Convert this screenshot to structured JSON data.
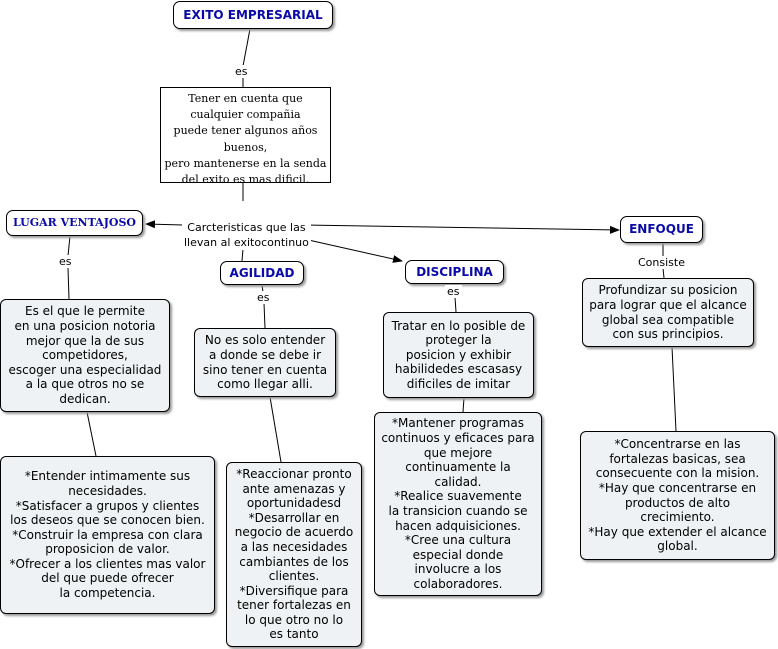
{
  "nodes": {
    "exito": "EXITO EMPRESARIAL",
    "intro": "Tener en cuenta que\ncualquier compañia\npuede tener algunos años buenos,\npero mantenerse en la senda\ndel exito es mas dificil.",
    "caracteristicas": "Carcteristicas que las\nllevan al exitocontinuo",
    "lugar": "LUGAR VENTAJOSO",
    "agilidad": "AGILIDAD",
    "disciplina": "DISCIPLINA",
    "enfoque": "ENFOQUE",
    "lugar_def": "Es el que le permite\nen una posicion notoria\nmejor que la de sus\ncompetidores,\nescoger una especialidad\na la que otros no se\ndedican.",
    "agilidad_def": "No es solo entender\na donde se debe ir\nsino tener en cuenta\ncomo llegar alli.",
    "disciplina_def": "Tratar en lo posible de\nproteger la\nposicion y exhibir\nhabilidedes escasasy\ndificiles de imitar",
    "enfoque_def": "Profundizar su posicion\npara lograr que el alcance\nglobal sea compatible\ncon sus principios.",
    "lugar_list": "*Entender intimamente sus\nnecesidades.\n*Satisfacer a grupos y clientes\nlos deseos que se conocen bien.\n*Construir la empresa con clara\nproposicion de valor.\n*Ofrecer a los clientes mas valor\ndel que puede ofrecer\nla competencia.",
    "agilidad_list": "*Reaccionar pronto\nante amenazas y\noportunidadesd\n*Desarrollar en\nnegocio de acuerdo\na las necesidades\ncambiantes de los\nclientes.\n*Diversifique para\ntener fortalezas en\nlo que otro no lo\nes tanto",
    "disciplina_list": "*Mantener programas\ncontinuos y eficaces para\nque mejore\ncontinuamente la\ncalidad.\n*Realice suavemente\nla transicion cuando se\nhacen adquisiciones.\n*Cree una cultura\nespecial donde\ninvolucre a los\ncolaboradores.",
    "enfoque_list": "*Concentrarse en las\nfortalezas basicas, sea\nconsecuente con la mision.\n*Hay que concentrarse en\nproductos de alto\ncrecimiento.\n*Hay que extender el alcance\nglobal."
  },
  "links": {
    "es_top": "es",
    "es_lugar": "es",
    "es_agilidad": "es",
    "es_disciplina": "es",
    "consiste": "Consiste"
  },
  "colors": {
    "title_text": "#0a0aa8",
    "node_fill": "#eef2f4"
  }
}
